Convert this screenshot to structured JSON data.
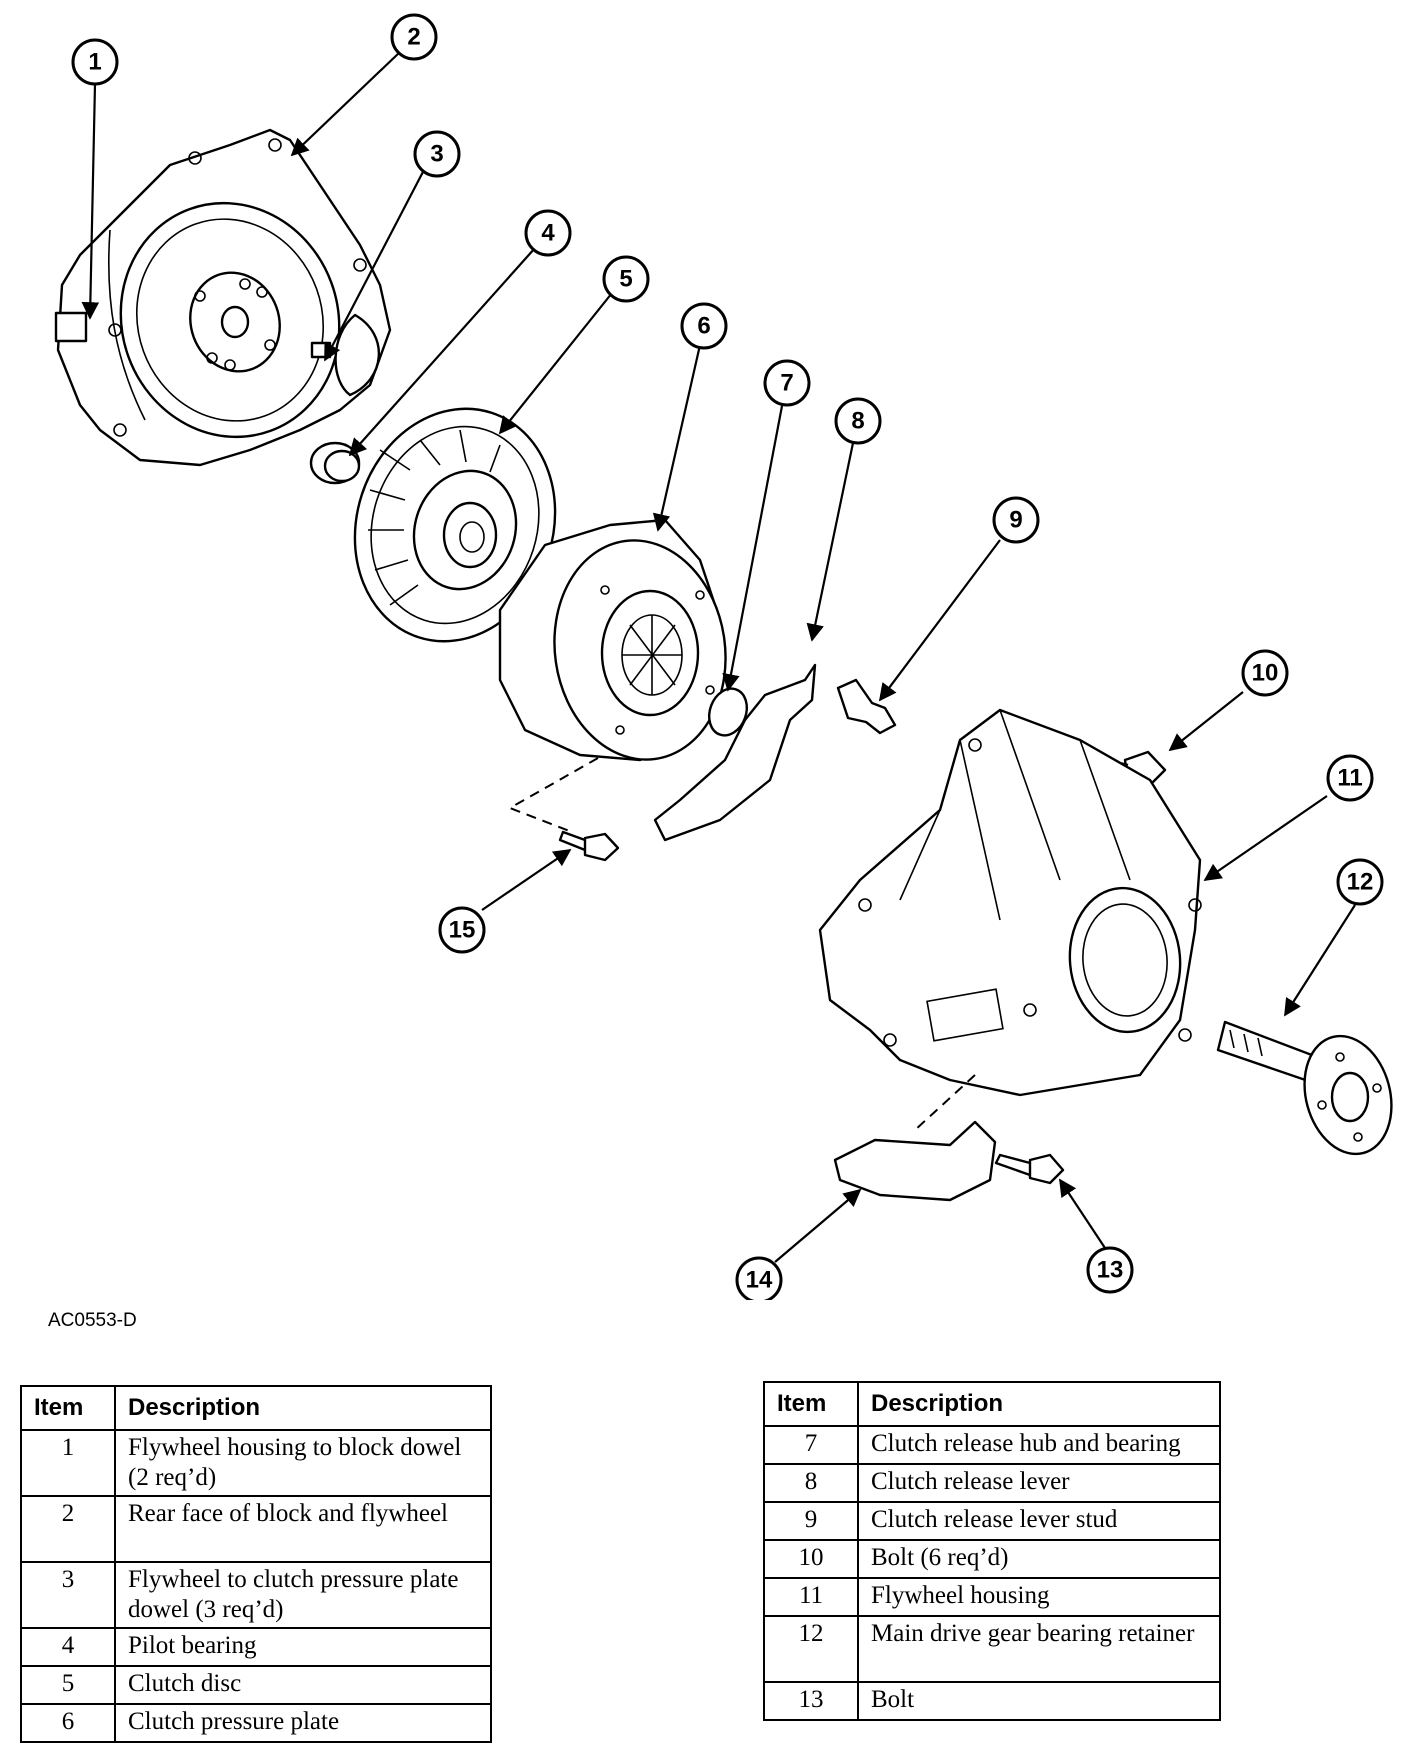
{
  "figure_code": "AC0553-D",
  "callouts": [
    "1",
    "2",
    "3",
    "4",
    "5",
    "6",
    "7",
    "8",
    "9",
    "10",
    "11",
    "12",
    "13",
    "14",
    "15"
  ],
  "legend_left": {
    "headers": {
      "item": "Item",
      "description": "Description"
    },
    "rows": [
      {
        "item": "1",
        "description": "Flywheel housing to block dowel (2 req’d)"
      },
      {
        "item": "2",
        "description": "Rear face of block and flywheel"
      },
      {
        "item": "3",
        "description": "Flywheel to clutch pressure plate dowel (3 req’d)"
      },
      {
        "item": "4",
        "description": "Pilot bearing"
      },
      {
        "item": "5",
        "description": "Clutch disc"
      },
      {
        "item": "6",
        "description": "Clutch pressure plate"
      }
    ]
  },
  "legend_right": {
    "headers": {
      "item": "Item",
      "description": "Description"
    },
    "rows": [
      {
        "item": "7",
        "description": "Clutch release hub and bearing"
      },
      {
        "item": "8",
        "description": "Clutch release lever"
      },
      {
        "item": "9",
        "description": "Clutch release lever stud"
      },
      {
        "item": "10",
        "description": "Bolt (6 req’d)"
      },
      {
        "item": "11",
        "description": "Flywheel housing"
      },
      {
        "item": "12",
        "description": "Main drive gear bearing retainer"
      },
      {
        "item": "13",
        "description": "Bolt"
      }
    ]
  }
}
